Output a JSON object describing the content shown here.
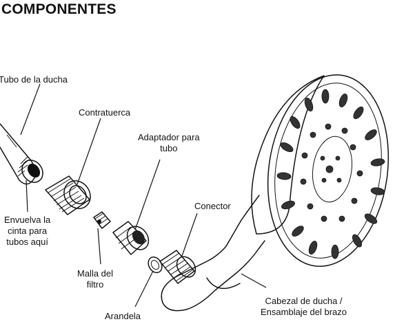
{
  "title": "COMPONENTES",
  "labels": {
    "shower_pipe": "Tubo de la ducha",
    "locknut": "Contratuerca",
    "pipe_adapter_line1": "Adaptador para",
    "pipe_adapter_line2": "tubo",
    "connector": "Conector",
    "wrap_tape_line1": "Envuelva la",
    "wrap_tape_line2": "cinta para",
    "wrap_tape_line3": "tubos aquí",
    "filter_mesh_line1": "Malla del",
    "filter_mesh_line2": "filtro",
    "washer": "Arandela",
    "showerhead_line1": "Cabezal de ducha /",
    "showerhead_line2": "Ensamblaje del brazo"
  }
}
